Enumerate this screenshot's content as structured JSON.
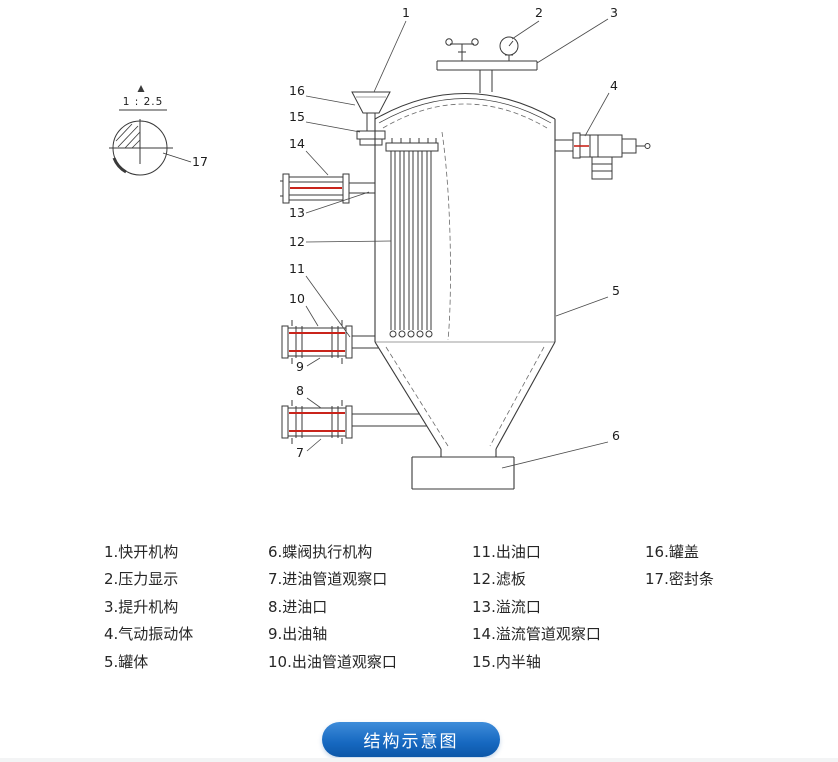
{
  "page": {
    "background": "#ffffff"
  },
  "detail": {
    "scale_label": "1 : 2.5"
  },
  "callouts": {
    "n1": "1",
    "n2": "2",
    "n3": "3",
    "n4": "4",
    "n5": "5",
    "n6": "6",
    "n7": "7",
    "n8": "8",
    "n9": "9",
    "n10": "10",
    "n11": "11",
    "n12": "12",
    "n13": "13",
    "n14": "14",
    "n15": "15",
    "n16": "16",
    "n17": "17"
  },
  "legend": {
    "col1": [
      "1.快开机构",
      "2.压力显示",
      "3.提升机构",
      "4.气动振动体",
      "5.罐体"
    ],
    "col2": [
      "6.蝶阀执行机构",
      "7.进油管道观察口",
      "8.进油口",
      "9.出油轴",
      "10.出油管道观察口"
    ],
    "col3": [
      "11.出油口",
      "12.滤板",
      "13.溢流口",
      "14.溢流管道观察口",
      "15.内半轴"
    ],
    "col4": [
      "16.罐盖",
      "17.密封条"
    ]
  },
  "cta": {
    "label": "结构示意图"
  },
  "colors": {
    "drawing_line": "#3a3a3a",
    "seal_red": "#c9241b",
    "button_blue_top": "#3e8cda",
    "button_blue_bottom": "#0d57a8",
    "button_text": "#ffffff"
  }
}
